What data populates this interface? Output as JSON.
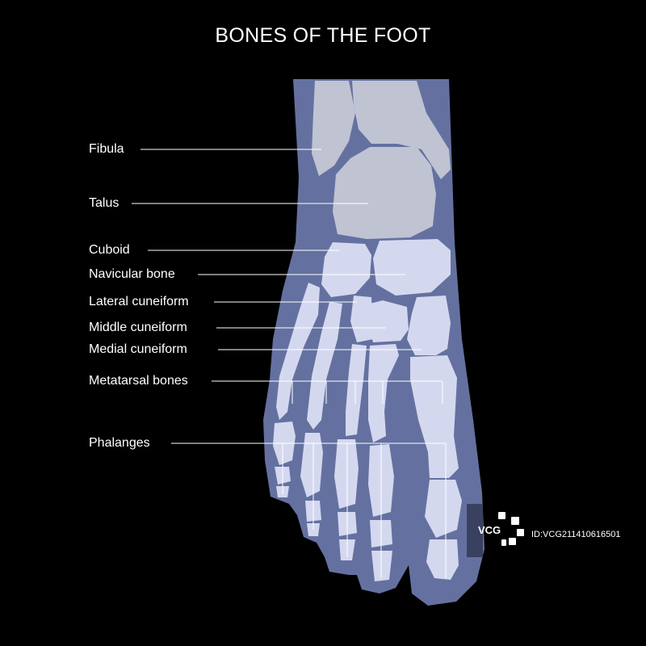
{
  "title": "BONES OF THE FOOT",
  "labels": {
    "fibula": "Fibula",
    "talus": "Talus",
    "cuboid": "Cuboid",
    "navicular": "Navicular bone",
    "lateral_cuneiform": "Lateral cuneiform",
    "middle_cuneiform": "Middle cuneiform",
    "medial_cuneiform": "Medial cuneiform",
    "metatarsal": "Metatarsal bones",
    "phalanges": "Phalanges"
  },
  "watermark": {
    "logo_text": "VCG",
    "id_text": "ID:VCG211410616501"
  },
  "colors": {
    "background": "#000000",
    "soft_tissue": "#6471a0",
    "bone": "#d4d8ef",
    "bone_dim": "#c0c3d2",
    "leader_line": "#ffffff",
    "text": "#ffffff"
  }
}
